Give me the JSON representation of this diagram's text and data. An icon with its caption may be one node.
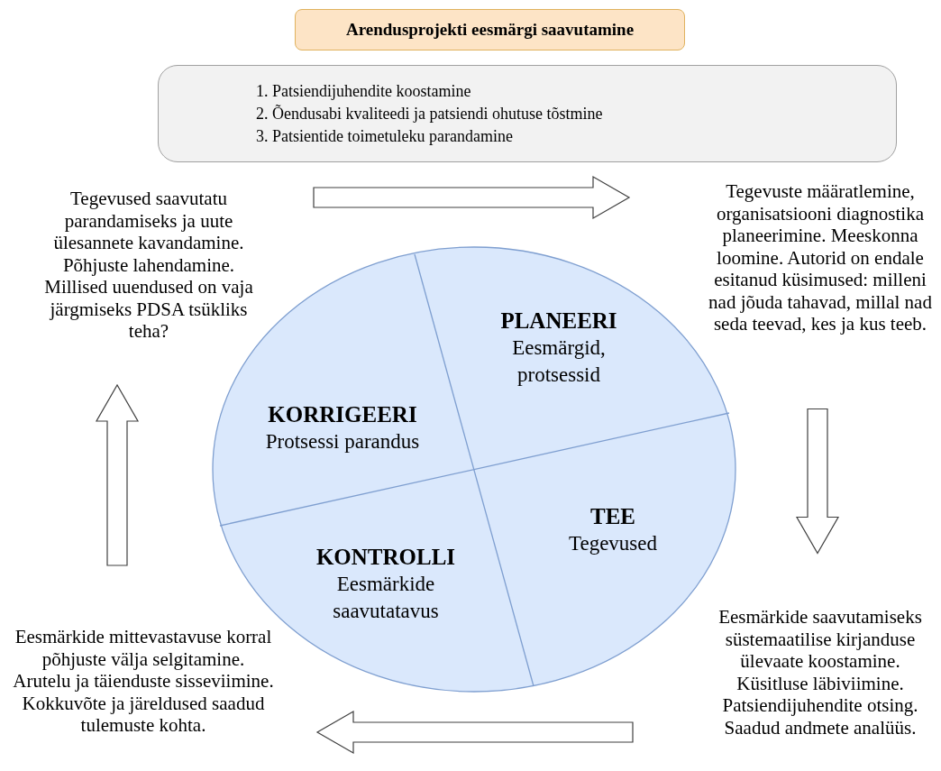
{
  "diagram": {
    "nodes": [
      {
        "text": [
          "Arendusprojekti eesmärgi saavutamine"
        ]
      },
      {
        "text": [
          "1. Patsiendijuhendite koostamine",
          "2. Õendusabi kvaliteedi ja patsiendi ohutuse tõstmine",
          "3. Patsientide toimetuleku parandamine"
        ]
      },
      {
        "text": [],
        "shape": "circle"
      },
      {
        "text": [
          "PLANEERI",
          "Eesmärgid, protsessid"
        ],
        "in": 2
      },
      {
        "text": [
          "KORRIGEERI",
          "Protsessi parandus"
        ],
        "in": 2
      },
      {
        "text": [
          "TEE",
          "Tegevused"
        ],
        "in": 2
      },
      {
        "text": [
          "KONTROLLI",
          "Eesmärkide saavutatavus"
        ],
        "in": 2
      },
      {
        "text": [
          "Tegevused saavutatu parandamiseks ja uute ülesannete kavandamine. Põhjuste lahendamine. Millised uuendused on vaja järgmiseks PDSA tsükliks teha?"
        ]
      },
      {
        "text": [
          "Tegevuste määratlemine, organisatsiooni diagnostika planeerimine. Meeskonna loomine. Autorid on endale esitanud küsimused: milleni nad jõuda tahavad, millal nad seda teevad, kes ja kus teeb."
        ]
      },
      {
        "text": [
          "Eesmärkide saavutamiseks süstemaatilise kirjanduse ülevaate koostamine. Küsitluse läbiviimine. Patsiendijuhendite otsing. Saadud andmete analüüs."
        ]
      },
      {
        "text": [
          "Eesmärkide mittevastavuse korral põhjuste välja selgitamine. Arutelu ja täienduste sisseviimine. Kokkuvõte ja järeldused saadud tulemuste kohta."
        ]
      }
    ],
    "edges": [
      {
        "from": 7,
        "to": 8,
        "arrow": "to"
      },
      {
        "from": 8,
        "to": 9,
        "arrow": "to"
      },
      {
        "from": 9,
        "to": 10,
        "arrow": "to"
      },
      {
        "from": 10,
        "to": 7,
        "arrow": "to"
      }
    ]
  }
}
